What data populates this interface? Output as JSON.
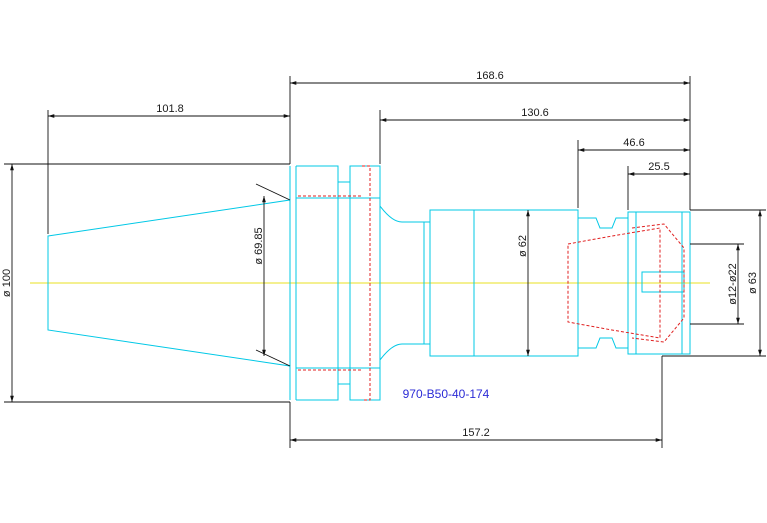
{
  "drawing": {
    "part_number": "970-B50-40-174",
    "colors": {
      "outline": "#00c8e6",
      "dimension": "#111111",
      "hidden": "#e02020",
      "centerline": "#e8e020",
      "part_label": "#2b2bd6"
    },
    "dimensions": {
      "overall_length": "168.6",
      "taper_length": "101.8",
      "body_length": "130.6",
      "nut_length": "46.6",
      "nose_length": "25.5",
      "bottom_length": "157.2",
      "flange_dia": "ø 100",
      "taper_dia": "ø 69.85",
      "body_dia": "ø 62",
      "clamp_range": "ø12-ø22",
      "nut_dia": "ø 63"
    }
  }
}
